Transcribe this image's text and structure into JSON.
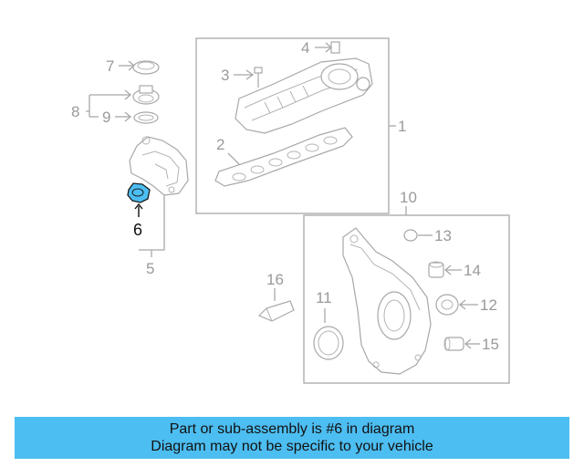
{
  "diagram": {
    "callouts": [
      "1",
      "2",
      "3",
      "4",
      "5",
      "6",
      "7",
      "8",
      "9",
      "10",
      "11",
      "12",
      "13",
      "14",
      "15",
      "16"
    ],
    "highlight_part": "6",
    "highlight_color": "#4dbef2",
    "line_color": "#a8a8a8"
  },
  "banner": {
    "line1": "Part or sub-assembly is #6 in diagram",
    "line2": "Diagram may not be specific to your vehicle",
    "background": "#4dbef2"
  }
}
